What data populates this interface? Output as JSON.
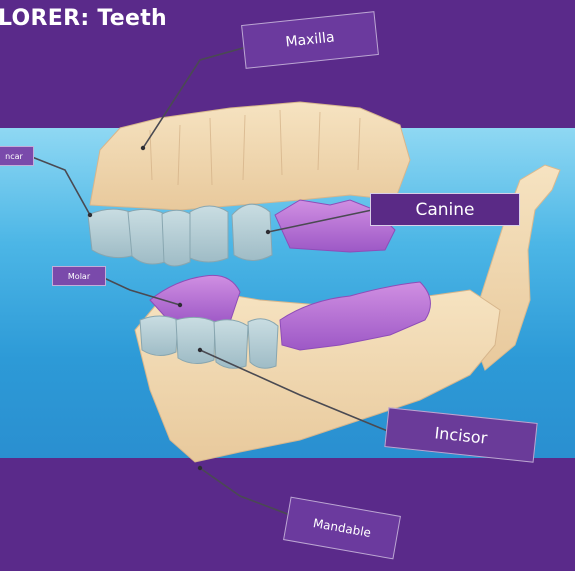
{
  "title": "LORER: Teeth",
  "labels": {
    "maxilla": "Maxilla",
    "canine": "Canine",
    "incisor": "Incisor",
    "mandable": "Mandable",
    "molar": "Molar",
    "premolar": "ncar"
  },
  "colors": {
    "background_purple": "#5a2a8a",
    "band_blue": "#2d9ad7",
    "label_purple": "#6b3a9e",
    "bone": "#f1d9b2",
    "tooth_blue_gray": "#a9c7cf",
    "tooth_purple": "#b46fd0"
  }
}
